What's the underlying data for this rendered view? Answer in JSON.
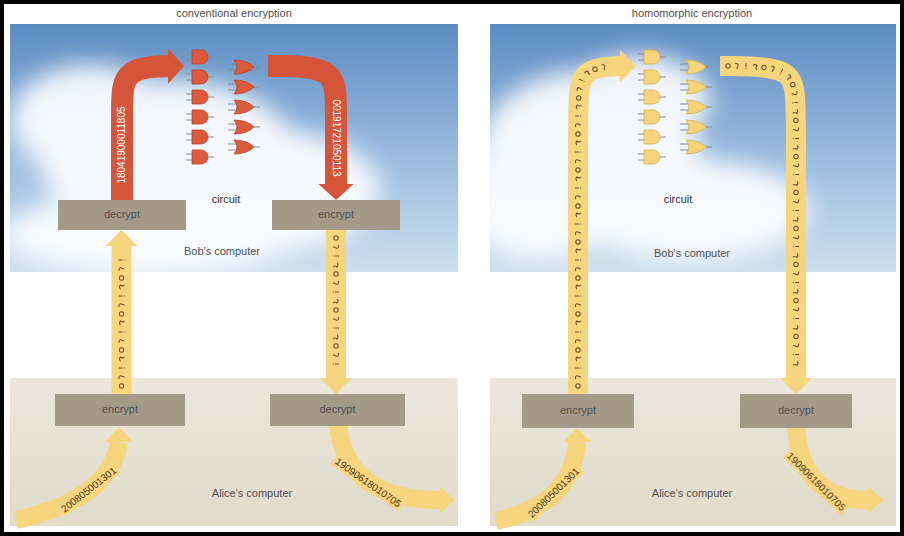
{
  "diagram": {
    "nodes": [
      {
        "text": [
          "conventional encryption"
        ]
      },
      {
        "text": [
          "Bob's computer"
        ],
        "in": 0
      },
      {
        "text": [
          "decrypt"
        ],
        "in": 1
      },
      {
        "text": [
          "circuit"
        ],
        "in": 1
      },
      {
        "text": [
          "encrypt"
        ],
        "in": 1
      },
      {
        "text": [
          "Alice's computer"
        ],
        "in": 0
      },
      {
        "text": [
          "encrypt"
        ],
        "in": 5
      },
      {
        "text": [
          "decrypt"
        ],
        "in": 5
      },
      {
        "text": [
          "homomorphic encryption"
        ]
      },
      {
        "text": [
          "Bob's computer"
        ],
        "in": 8
      },
      {
        "text": [
          "circuit"
        ],
        "in": 9
      },
      {
        "text": [
          "Alice's computer"
        ],
        "in": 8
      },
      {
        "text": [
          "encrypt"
        ],
        "in": 11
      },
      {
        "text": [
          "decrypt"
        ],
        "in": 11
      }
    ],
    "edges": [
      {
        "from": 6,
        "to": 2,
        "arrow": "to"
      },
      {
        "from": 2,
        "to": 3,
        "label": "18041900011805",
        "arrow": "to"
      },
      {
        "from": 3,
        "to": 4,
        "label": "00191721050113",
        "arrow": "to"
      },
      {
        "from": 4,
        "to": 7,
        "arrow": "to"
      },
      {
        "from": 12,
        "to": 10,
        "arrow": "to"
      },
      {
        "from": 10,
        "to": 13,
        "arrow": "to"
      }
    ],
    "labels": [
      "200805001301",
      "19090618010705",
      "200805001301",
      "19090618010705"
    ]
  }
}
